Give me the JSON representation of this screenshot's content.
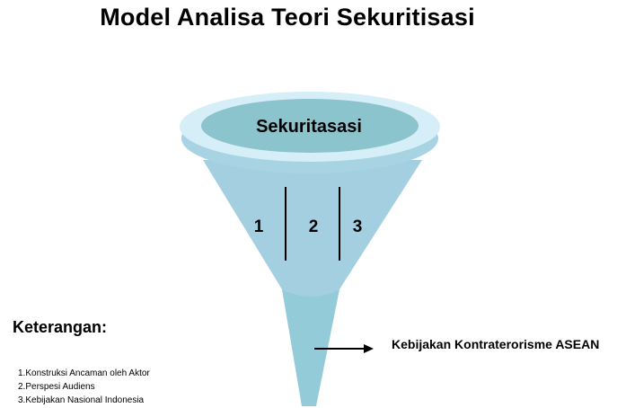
{
  "title": "Model Analisa Teori Sekuritisasi",
  "funnel": {
    "top_label": "Sekuritasasi",
    "section_labels": [
      "1",
      "2",
      "3"
    ]
  },
  "output": {
    "label": "Kebijakan Kontraterorisme ASEAN"
  },
  "legend": {
    "heading": "Keterangan:",
    "items": [
      "1.Konstruksi Ancaman oleh Aktor",
      "2.Perspesi Audiens",
      "3.Kebijakan Nasional Indonesia"
    ]
  },
  "colors": {
    "rim_outer": "#d6eef7",
    "rim_side": "#a7d3e2",
    "rim_inner": "#8cc4ce",
    "cone": "#a4cfe0",
    "stem": "#93ccd8",
    "divider": "#000000"
  }
}
